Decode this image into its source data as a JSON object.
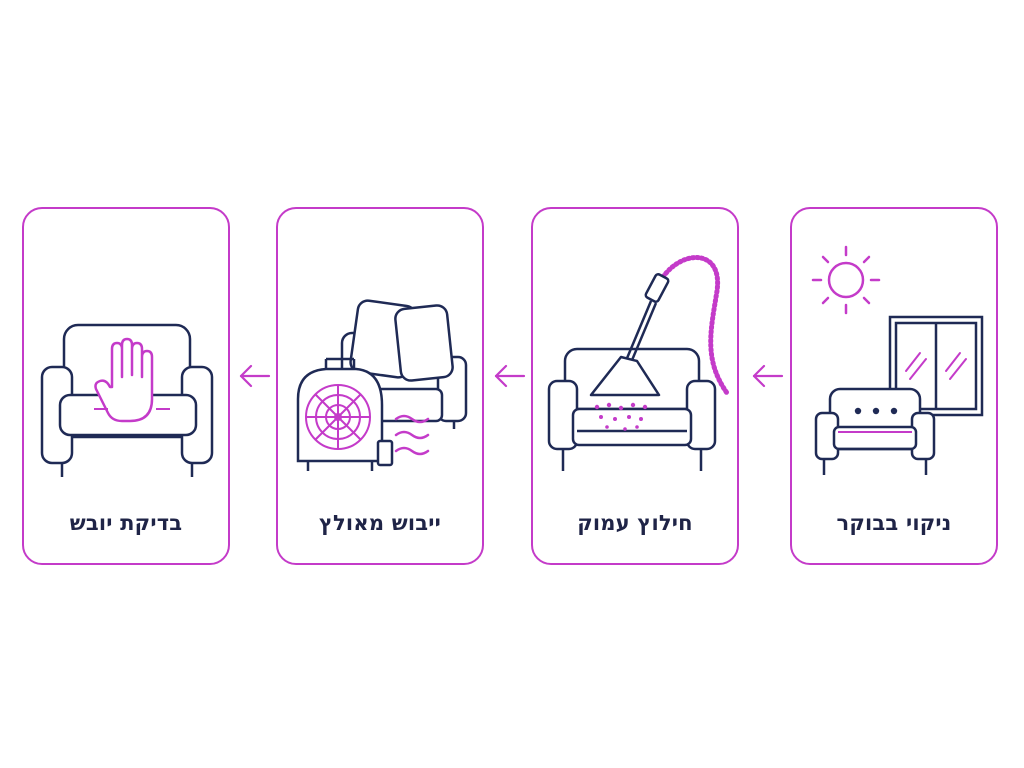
{
  "steps": [
    {
      "order": 1,
      "label": "ניקוי בבוקר",
      "icon": "sofa-window-sun-icon"
    },
    {
      "order": 2,
      "label": "חילוץ עמוק",
      "icon": "sofa-extraction-vacuum-icon"
    },
    {
      "order": 3,
      "label": "ייבוש מאולץ",
      "icon": "sofa-fan-dryer-icon"
    },
    {
      "order": 4,
      "label": "בדיקת יובש",
      "icon": "armchair-hand-check-icon"
    }
  ],
  "flow_direction": "right-to-left",
  "colors": {
    "accent": "#c43bc9",
    "line": "#1f2a55",
    "text": "#1f2447",
    "background": "#ffffff"
  }
}
